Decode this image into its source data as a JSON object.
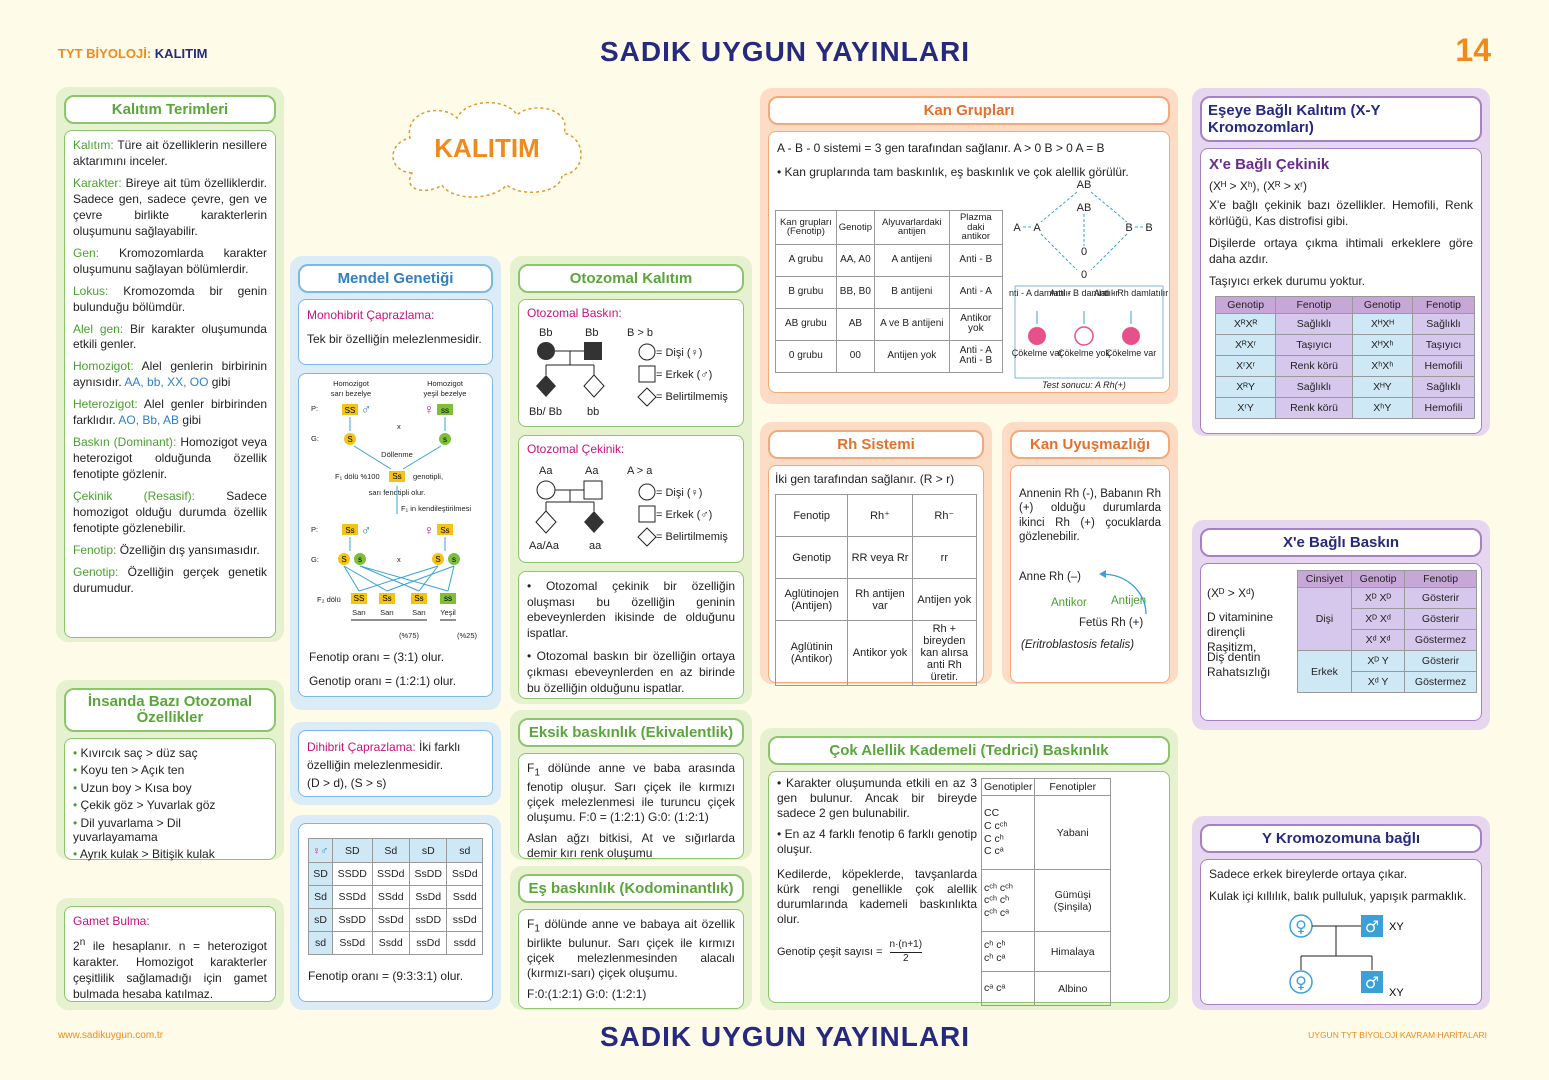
{
  "header": {
    "subject": "TYT BİYOLOJİ:",
    "topic": "KALITIM",
    "brand_top": "SADIK  UYGUN  YAYINLARI",
    "page": "14",
    "brand_bottom": "SADIK  UYGUN  YAYINLARI"
  },
  "footer": {
    "left": "www.sadikuygun.com.tr",
    "right": "UYGUN TYT BİYOLOJİ KAVRAM HARİTALARI"
  },
  "cloud": {
    "title": "KALITIM"
  },
  "terms": {
    "title": "Kalıtım Terimleri",
    "items": [
      {
        "k": "Kalıtım:",
        "v": " Türe ait özelliklerin nesillere aktarımını inceler."
      },
      {
        "k": "Karakter:",
        "v": " Bireye ait tüm özelliklerdir. Sadece gen, sadece çevre, gen ve çevre birlikte karakterlerin oluşumunu sağlayabilir."
      },
      {
        "k": "Gen:",
        "v": " Kromozomlarda karakter oluşumunu sağlayan bölümlerdir."
      },
      {
        "k": "Lokus:",
        "v": " Kromozomda bir genin bulunduğu bölümdür."
      },
      {
        "k": "Alel gen:",
        "v": " Bir karakter oluşumunda etkili genler."
      },
      {
        "k": "Homozigot:",
        "v": " Alel genlerin birbirinin aynısıdır.",
        "x": "AA, bb, XX, OO",
        "y": " gibi"
      },
      {
        "k": "Heterozigot:",
        "v": " Alel genler birbirinden farklıdır.",
        "x": "AO, Bb, AB",
        "y": " gibi"
      },
      {
        "k": "Baskın (Dominant):",
        "v": " Homozigot veya heterozigot olduğunda özellik fenotipte gözlenir."
      },
      {
        "k": "Çekinik (Resasif):",
        "v": " Sadece homozigot olduğu durumda özellik fenotipte gözlenebilir."
      },
      {
        "k": "Fenotip:",
        "v": " Özelliğin dış yansımasıdır."
      },
      {
        "k": "Genotip:",
        "v": " Özelliğin gerçek genetik durumudur."
      }
    ]
  },
  "human": {
    "title": "İnsanda Bazı Otozomal Özellikler",
    "items": [
      "Kıvırcık saç > düz saç",
      "Koyu ten > Açık ten",
      "Uzun boy > Kısa boy",
      "Çekik göz > Yuvarlak göz",
      "Dil yuvarlama > Dil yuvarlayamama",
      "Ayrık kulak > Bitişik kulak"
    ]
  },
  "gamete": {
    "k": "Gamet Bulma:",
    "v": "ile hesaplanır. n = heterozigot karakter. Homozigot karakterler çeşitlilik sağlamadığı için gamet bulmada hesaba katılmaz.",
    "f": "2"
  },
  "mendel": {
    "title": "Mendel Genetiği",
    "mono_k": "Monohibrit Çaprazlama:",
    "mono_v": "Tek bir özelliğin melezlenmesidir.",
    "d": {
      "hom1": "Homozigot",
      "hom1b": "sarı bezelye",
      "hom2": "Homozigot",
      "hom2b": "yeşil bezelye",
      "P": "P:",
      "G": "G:",
      "x": "x",
      "SS": "SS",
      "ss": "ss",
      "S": "S",
      "s": "s",
      "dollenme": "Döllenme",
      "f1": "F₁ dölü %100",
      "Ss": "Ss",
      "f1b": "genotipli,",
      "f1c": "sarı fenotipli olur.",
      "f1d": "F₁ in kendileştirilmesi",
      "F2": "F₂ dölü",
      "Sari": "Sarı",
      "Yesil": "Yeşil",
      "p75": "(%75)",
      "p25": "(%25)"
    },
    "fen": "Fenotip oranı = (3:1) olur.",
    "gen": "Genotip oranı = (1:2:1) olur.",
    "di_k": "Dihibrit Çaprazlama:",
    "di_v": "İki farklı özelliğin melezlenmesidir.",
    "di_c": "(D > d), (S > s)",
    "punnett": {
      "cols": [
        "SD",
        "Sd",
        "sD",
        "sd"
      ],
      "rows": [
        [
          "SD",
          "SSDD",
          "SSDd",
          "SsDD",
          "SsDd"
        ],
        [
          "Sd",
          "SSDd",
          "SSdd",
          "SsDd",
          "Ssdd"
        ],
        [
          "sD",
          "SsDD",
          "SsDd",
          "ssDD",
          "ssDd"
        ],
        [
          "sd",
          "SsDd",
          "Ssdd",
          "ssDd",
          "ssdd"
        ]
      ]
    },
    "di_fen": "Fenotip oranı = (9:3:3:1) olur."
  },
  "oto": {
    "title": "Otozomal Kalıtım",
    "dom_k": "Otozomal Baskın:",
    "dom_r": "B > b",
    "dom_top": [
      "Bb",
      "Bb"
    ],
    "dom_bot": [
      "Bb/ Bb",
      "bb"
    ],
    "leg": [
      "= Dişi (♀)",
      "= Erkek (♂)",
      "= Belirtilmemiş"
    ],
    "rec_k": "Otozomal Çekinik:",
    "rec_r": "A > a",
    "rec_top": [
      "Aa",
      "Aa"
    ],
    "rec_bot": [
      "Aa/Aa",
      "aa"
    ],
    "notes": [
      "Otozomal çekinik bir özelliğin oluşması bu özelliğin geninin ebeveynlerden ikisinde de olduğunu ispatlar.",
      "Otozomal baskın bir özelliğin ortaya çıkması ebeveynlerden en az birinde bu özelliğin olduğunu ispatlar."
    ],
    "eksik_t": "Eksik baskınlık (Ekivalentlik)",
    "eksik": "dölünde anne ve baba arasında fenotip oluşur. Sarı çiçek ile kırmızı çiçek melezlenmesi ile turuncu çiçek oluşumu.      F:0 = (1:2:1) G:0: (1:2:1)",
    "eksik2": "Aslan ağzı bitkisi, At ve sığırlarda demir kırı renk oluşumu",
    "es_t": "Eş baskınlık (Kodominantlık)",
    "es": "dölünde anne ve babaya ait özellik birlikte bulunur. Sarı çiçek ile kırmızı çiçek melezlenmesinden alacalı (kırmızı-sarı) çiçek oluşumu.",
    "es2": "F:0:(1:2:1) G:0: (1:2:1)",
    "F1": "F"
  },
  "kan": {
    "title": "Kan Grupları",
    "l1": "A - B - 0 sistemi = 3 gen tarafından sağlanır.   A > 0        B > 0        A = B",
    "l2": "• Kan gruplarında tam baskınlık, eş baskınlık ve çok alellik görülür.",
    "th": [
      "Kan grupları (Fenotip)",
      "Genotip",
      "Alyuvarlardaki antijen",
      "Plazma daki antikor"
    ],
    "rows": [
      [
        "A grubu",
        "AA, A0",
        "A antijeni",
        "Anti - B"
      ],
      [
        "B grubu",
        "BB, B0",
        "B antijeni",
        "Anti - A"
      ],
      [
        "AB grubu",
        "AB",
        "A ve B antijeni",
        "Antikor yok"
      ],
      [
        "0 grubu",
        "00",
        "Antijen yok",
        "Anti - A Anti - B"
      ]
    ],
    "dia": {
      "AB1": "AB",
      "AB2": "AB",
      "A": "A",
      "A2": "A",
      "B": "B",
      "B2": "B",
      "z1": "0",
      "z2": "0"
    },
    "drops": [
      "Anti - A damlatılır",
      "Anti - B damlatılır",
      "Anti - Rh damlatılır"
    ],
    "res": [
      "Çökelme var",
      "Çökelme yok",
      "Çökelme var"
    ],
    "test": "Test sonucu: A Rh(+)"
  },
  "rh": {
    "title": "Rh Sistemi",
    "l1": "İki gen tarafından sağlanır.   (R > r)",
    "rows": [
      [
        "Fenotip",
        "Rh⁺",
        "Rh⁻"
      ],
      [
        "Genotip",
        "RR veya Rr",
        "rr"
      ],
      [
        "Aglütinojen (Antijen)",
        "Rh antijen var",
        "Antijen yok"
      ],
      [
        "Aglütinin (Antikor)",
        "Antikor yok",
        "Rh + bireyden kan alırsa anti Rh üretir."
      ]
    ]
  },
  "uyus": {
    "title": "Kan Uyuşmazlığı",
    "t": "Annenin Rh (-), Babanın Rh (+) olduğu durumlarda ikinci Rh (+) çocuklarda gözlenebilir.",
    "anne": "Anne Rh (–)",
    "antikor": "Antikor",
    "antijen": "Antijen",
    "fetus": "Fetüs Rh (+)",
    "eri": "(Eritroblastosis fetalis)"
  },
  "cok": {
    "title": "Çok Alellik Kademeli (Tedrici) Baskınlık",
    "b1": "Karakter oluşumunda etkili en az 3 gen bulunur. Ancak bir bireyde sadece 2 gen bulunabilir.",
    "b2": "En az 4 farklı fenotip 6 farklı genotip oluşur.",
    "p": "Kedilerde, köpeklerde, tavşanlarda kürk rengi genellikle çok alellik durumlarında kademeli baskınlıkta olur.",
    "f": "Genotip çeşit sayısı =",
    "fn": "n·(n+1)",
    "fd": "2",
    "th": [
      "Genotipler",
      "Fenotipler"
    ],
    "rows": [
      [
        "CC\nC cᶜʰ\nC cʰ\nC cᵃ",
        "Yabani"
      ],
      [
        "cᶜʰ cᶜʰ\ncᶜʰ cʰ\ncᶜʰ cᵃ",
        "Gümüşi (Şinşila)"
      ],
      [
        "cʰ cʰ\ncʰ cᵃ",
        "Himalaya"
      ],
      [
        "cᵃ cᵃ",
        "Albino"
      ]
    ]
  },
  "xy": {
    "title": "Eşeye Bağlı Kalıtım (X-Y Kromozomları)",
    "cek_t": "X'e Bağlı Çekinik",
    "cek_r": "(Xᴴ > Xʰ), (Xᴿ > xʳ)",
    "cek_p1": "X'e bağlı çekinik bazı özellikler. Hemofili, Renk körlüğü, Kas distrofisi gibi.",
    "cek_p2": "Dişilerde ortaya çıkma ihtimali erkeklere göre daha azdır.",
    "cek_p3": "Taşıyıcı erkek durumu yoktur.",
    "th": [
      "Genotip",
      "Fenotip",
      "Genotip",
      "Fenotip"
    ],
    "rows": [
      [
        "XᴿXᴿ",
        "Sağlıklı",
        "XᴴXᴴ",
        "Sağlıklı"
      ],
      [
        "XᴿXʳ",
        "Taşıyıcı",
        "XᴴXʰ",
        "Taşıyıcı"
      ],
      [
        "XʳXʳ",
        "Renk körü",
        "XʰXʰ",
        "Hemofili"
      ],
      [
        "XᴿY",
        "Sağlıklı",
        "XᴴY",
        "Sağlıklı"
      ],
      [
        "XʳY",
        "Renk körü",
        "XʰY",
        "Hemofili"
      ]
    ],
    "bas_t": "X'e Bağlı Baskın",
    "bas_r": "(Xᴰ > Xᵈ)",
    "bas_p": "D vitaminine dirençli Raşitizm,",
    "bas_p2": "Diş dentin Rahatsızlığı",
    "bth": [
      "Cinsiyet",
      "Genotip",
      "Fenotip"
    ],
    "dis": "Dişi",
    "erk": "Erkek",
    "brows": [
      [
        "Xᴰ Xᴰ",
        "Gösterir"
      ],
      [
        "Xᴰ Xᵈ",
        "Gösterir"
      ],
      [
        "Xᵈ Xᵈ",
        "Göstermez"
      ],
      [
        "Xᴰ Y",
        "Gösterir"
      ],
      [
        "Xᵈ Y",
        "Göstermez"
      ]
    ],
    "y_t": "Y Kromozomuna bağlı",
    "y1": "Sadece erkek bireylerde ortaya çıkar.",
    "y2": "Kulak içi kıllılık, balık pulluluk, yapışık parmaklık.",
    "xy1": "XY",
    "xy2": "XY"
  }
}
